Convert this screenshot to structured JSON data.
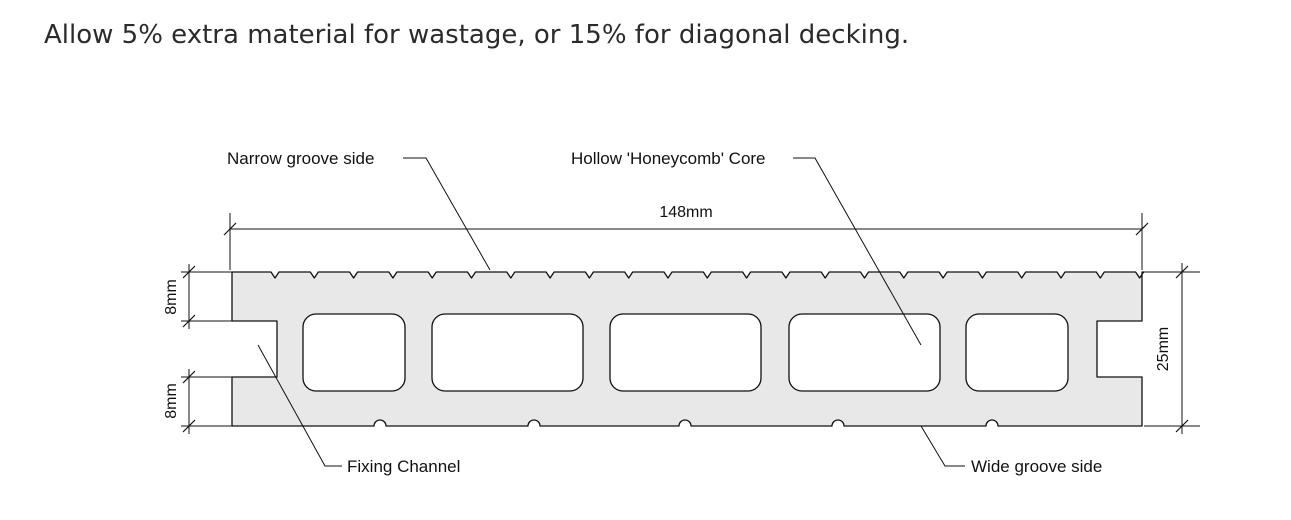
{
  "heading": "Allow 5% extra material for wastage, or 15% for diagonal decking.",
  "labels": {
    "narrow_groove": "Narrow groove side",
    "honeycomb_core": "Hollow 'Honeycomb' Core",
    "fixing_channel": "Fixing Channel",
    "wide_groove": "Wide groove side"
  },
  "dimensions": {
    "width": "148mm",
    "height": "25mm",
    "top_section": "8mm",
    "bottom_section": "8mm"
  },
  "colors": {
    "board_fill": "#e8e8e8",
    "outline": "#111111",
    "text": "#111111",
    "heading_text": "#2b2b2b"
  }
}
